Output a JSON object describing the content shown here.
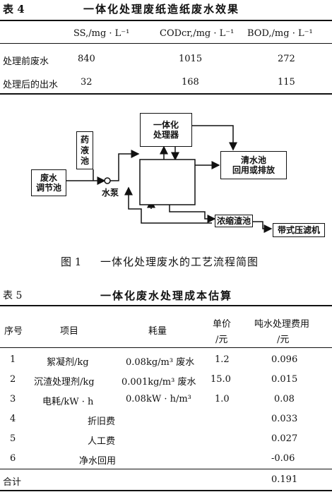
{
  "table4": {
    "label": "表 4",
    "title": "一体化处理废纸造纸废水效果",
    "headers": [
      "SS,/mg · L⁻¹",
      "CODcr,/mg · L⁻¹",
      "BOD,/mg · L⁻¹"
    ],
    "rows": [
      {
        "name": "处理前废水",
        "values": [
          "840",
          "1015",
          "272"
        ]
      },
      {
        "name": "处理后的出水",
        "values": [
          "32",
          "168",
          "115"
        ]
      }
    ]
  },
  "diagram": {
    "boxes": {
      "integrated": [
        "一体化",
        "处理器"
      ],
      "chemical": [
        "药",
        "液",
        "池"
      ],
      "regulating": [
        "废水",
        "调节池"
      ],
      "clear": [
        "清水池",
        "回用或排放"
      ],
      "concentrate": "浓缩渣池",
      "filterpress": "带式压滤机"
    },
    "pump_label": "水泵"
  },
  "figure1": {
    "label": "图 1",
    "caption": "一体化处理废水的工艺流程简图"
  },
  "table5": {
    "label": "表 5",
    "title": "一体化废水处理成本估算",
    "headers": {
      "no": "序号",
      "item": "项目",
      "consumption": "耗量",
      "price": [
        "单价",
        "/元"
      ],
      "cost": [
        "吨水处理费用",
        "/元"
      ]
    },
    "rows": [
      {
        "no": "1",
        "item": "絮凝剂/kg",
        "consumption": "0.08kg/m³ 废水",
        "price": "1.2",
        "cost": "0.096"
      },
      {
        "no": "2",
        "item": "沉渣处理剂/kg",
        "consumption": "0.001kg/m³ 废水",
        "price": "15.0",
        "cost": "0.015"
      },
      {
        "no": "3",
        "item": "电耗/kW · h",
        "consumption": "0.08kW · h/m³",
        "price": "1.0",
        "cost": "0.08"
      },
      {
        "no": "4",
        "item": "折旧费",
        "consumption": "",
        "price": "",
        "cost": "0.033"
      },
      {
        "no": "5",
        "item": "人工费",
        "consumption": "",
        "price": "",
        "cost": "0.027"
      },
      {
        "no": "6",
        "item": "净水回用",
        "consumption": "",
        "price": "",
        "cost": "-0.06"
      }
    ],
    "total": {
      "label": "合计",
      "cost": "0.191"
    }
  }
}
